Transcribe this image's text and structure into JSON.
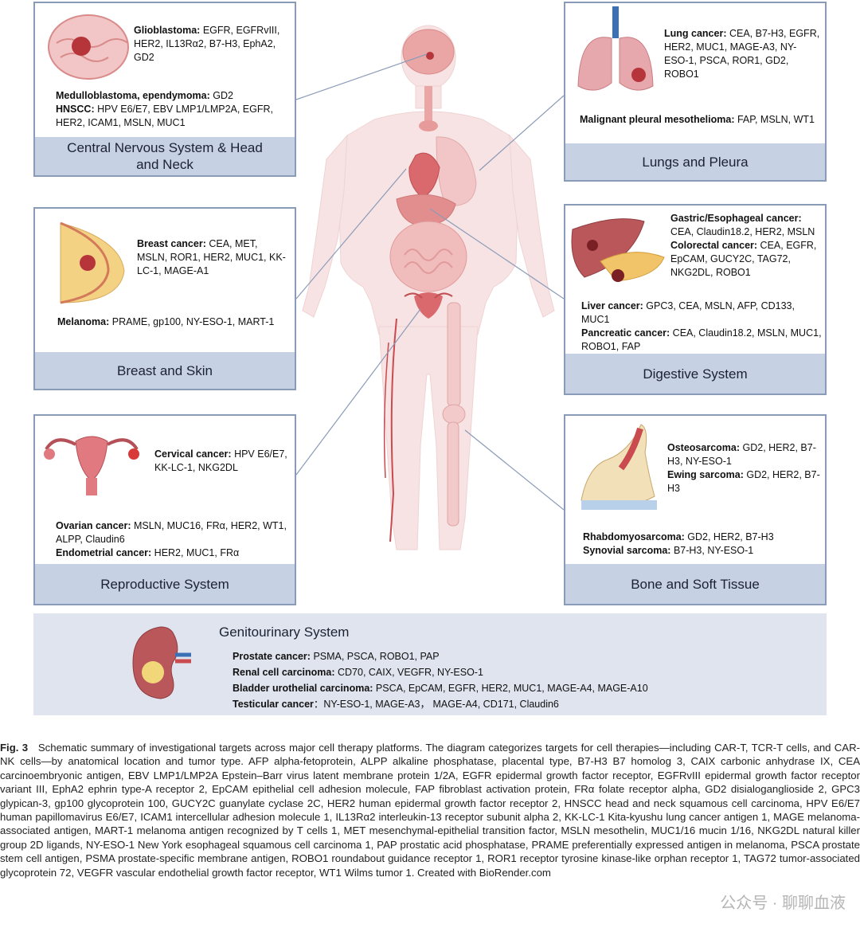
{
  "panels": {
    "cns": {
      "title": "Central Nervous System & Head and Neck",
      "lines": [
        {
          "label": "Glioblastoma:",
          "text": " EGFR, EGFRvIII, HER2, IL13Rα2, B7-H3, EphA2, GD2"
        },
        {
          "label": "Medulloblastoma, ependymoma:",
          "text": " GD2"
        },
        {
          "label": "HNSCC:",
          "text": " HPV E6/E7, EBV LMP1/LMP2A, EGFR, HER2, ICAM1, MSLN, MUC1"
        }
      ]
    },
    "lungs": {
      "title": "Lungs and Pleura",
      "lines": [
        {
          "label": "Lung cancer:",
          "text": " CEA, B7-H3, EGFR, HER2, MUC1, MAGE-A3, NY-ESO-1, PSCA, ROR1, GD2, ROBO1"
        },
        {
          "label": "Malignant pleural mesothelioma:",
          "text": " FAP, MSLN, WT1"
        }
      ]
    },
    "breast": {
      "title": "Breast and Skin",
      "lines": [
        {
          "label": "Breast cancer:",
          "text": " CEA, MET, MSLN, ROR1, HER2, MUC1, KK-LC-1, MAGE-A1"
        },
        {
          "label": "Melanoma:",
          "text": " PRAME, gp100, NY-ESO-1, MART-1"
        }
      ]
    },
    "digestive": {
      "title": "Digestive System",
      "lines": [
        {
          "label": "Gastric/Esophageal cancer:",
          "text": " CEA, Claudin18.2, HER2, MSLN"
        },
        {
          "label": "Colorectal cancer:",
          "text": " CEA, EGFR, EpCAM, GUCY2C, TAG72, NKG2DL, ROBO1"
        },
        {
          "label": "Liver cancer:",
          "text": " GPC3, CEA, MSLN, AFP, CD133, MUC1"
        },
        {
          "label": "Pancreatic cancer:",
          "text": " CEA, Claudin18.2, MSLN, MUC1, ROBO1, FAP"
        }
      ]
    },
    "repro": {
      "title": "Reproductive System",
      "lines": [
        {
          "label": "Cervical cancer:",
          "text": " HPV E6/E7, KK-LC-1, NKG2DL"
        },
        {
          "label": "Ovarian cancer:",
          "text": " MSLN, MUC16, FRα, HER2, WT1, ALPP, Claudin6"
        },
        {
          "label": "Endometrial cancer:",
          "text": " HER2, MUC1, FRα"
        }
      ]
    },
    "bone": {
      "title": "Bone and Soft Tissue",
      "lines": [
        {
          "label": "Osteosarcoma:",
          "text": " GD2, HER2, B7-H3, NY-ESO-1"
        },
        {
          "label": "Ewing sarcoma:",
          "text": " GD2, HER2, B7-H3"
        },
        {
          "label": "Rhabdomyosarcoma:",
          "text": " GD2, HER2, B7-H3"
        },
        {
          "label": "Synovial sarcoma:",
          "text": " B7-H3, NY-ESO-1"
        }
      ]
    },
    "geno": {
      "title": "Genitourinary System",
      "lines": [
        {
          "label": "Prostate cancer:",
          "text": " PSMA, PSCA, ROBO1, PAP"
        },
        {
          "label": "Renal cell carcinoma:",
          "text": " CD70, CAIX, VEGFR, NY-ESO-1"
        },
        {
          "label": "Bladder urothelial carcinoma:",
          "text": " PSCA, EpCAM, EGFR, HER2, MUC1, MAGE-A4, MAGE-A10"
        },
        {
          "label": "Testicular cancer",
          "text": "：NY-ESO-1, MAGE-A3， MAGE-A4, CD171, Claudin6"
        }
      ]
    }
  },
  "caption": {
    "label": "Fig. 3",
    "text": "Schematic summary of investigational targets across major cell therapy platforms. The diagram categorizes targets for cell therapies—including CAR-T, TCR-T cells, and CAR-NK cells—by anatomical location and tumor type. AFP alpha-fetoprotein, ALPP alkaline phosphatase, placental type, B7-H3 B7 homolog 3, CAIX carbonic anhydrase IX, CEA carcinoembryonic antigen, EBV LMP1/LMP2A Epstein–Barr virus latent membrane protein 1/2A, EGFR epidermal growth factor receptor, EGFRvIII epidermal growth factor receptor variant III, EphA2 ephrin type-A receptor 2, EpCAM epithelial cell adhesion molecule, FAP fibroblast activation protein, FRα folate receptor alpha, GD2 disialoganglioside 2, GPC3 glypican-3, gp100 glycoprotein 100, GUCY2C guanylate cyclase 2C, HER2 human epidermal growth factor receptor 2, HNSCC head and neck squamous cell carcinoma, HPV E6/E7 human papillomavirus E6/E7, ICAM1 intercellular adhesion molecule 1, IL13Rα2 interleukin-13 receptor subunit alpha 2, KK-LC-1 Kita-kyushu lung cancer antigen 1, MAGE melanoma-associated antigen, MART-1 melanoma antigen recognized by T cells 1, MET mesenchymal-epithelial transition factor, MSLN mesothelin, MUC1/16 mucin 1/16, NKG2DL natural killer group 2D ligands, NY-ESO-1 New York esophageal squamous cell carcinoma 1, PAP prostatic acid phosphatase, PRAME preferentially expressed antigen in melanoma, PSCA prostate stem cell antigen, PSMA prostate-specific membrane antigen, ROBO1 roundabout guidance receptor 1, ROR1 receptor tyrosine kinase-like orphan receptor 1, TAG72 tumor-associated glycoprotein 72, VEGFR vascular endothelial growth factor receptor, WT1 Wilms tumor 1. Created with BioRender.com"
  },
  "watermark": "公众号 · 聊聊血液",
  "colors": {
    "panel_border": "#8a9bb8",
    "panel_footer": "#c7d1e4",
    "geno_bg": "#dfe4ee",
    "body": "#f6e1e1",
    "organ": "#e79a9a",
    "tumor": "#b6353a"
  }
}
